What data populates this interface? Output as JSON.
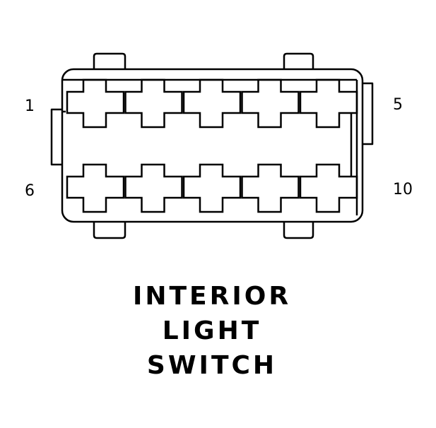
{
  "connector": {
    "pin_labels": {
      "top_left": "1",
      "top_right": "5",
      "bottom_left": "6",
      "bottom_right": "10"
    },
    "cavity_rows": 2,
    "cavities_per_row": 5
  },
  "caption": {
    "line1": "INTERIOR",
    "line2": "LIGHT",
    "line3": "SWITCH"
  },
  "colors": {
    "line": "#000000",
    "background": "#ffffff"
  }
}
